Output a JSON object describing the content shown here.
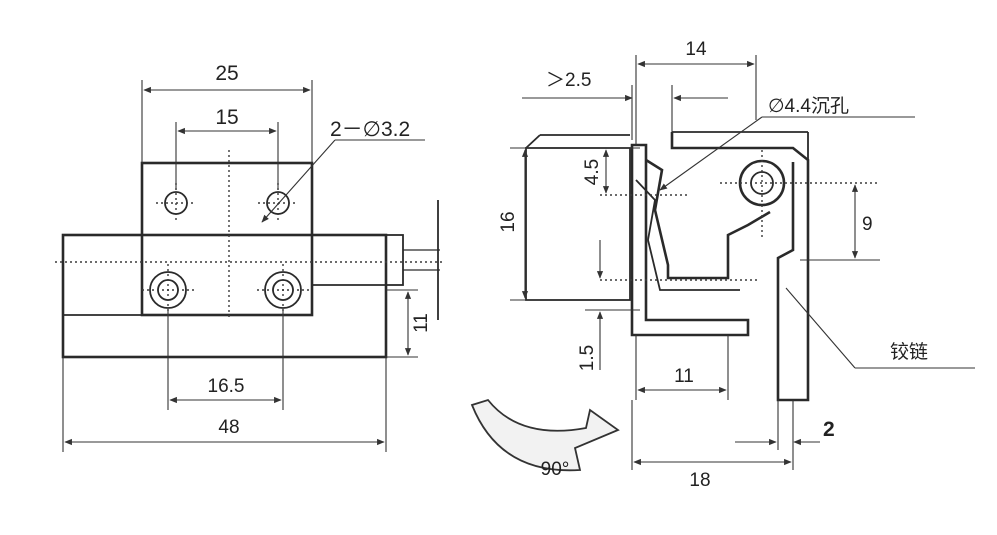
{
  "front_view": {
    "dim_top_width": "25",
    "dim_upper_hole_spacing": "15",
    "hole_callout": "2－∅3.2",
    "dim_lower_hole_spacing": "16.5",
    "dim_overall_width": "48",
    "dim_height": "11"
  },
  "side_view": {
    "dim_top": "14",
    "dim_min_gap": "＞2.5",
    "countersink_callout": "∅4.4沉孔",
    "dim_4_5": "4.5",
    "dim_16": "16",
    "dim_9": "9",
    "dim_1_5": "1.5",
    "dim_11": "11",
    "dim_18": "18",
    "dim_2": "2",
    "hinge_label": "铰链",
    "rotation_label": "90°"
  }
}
